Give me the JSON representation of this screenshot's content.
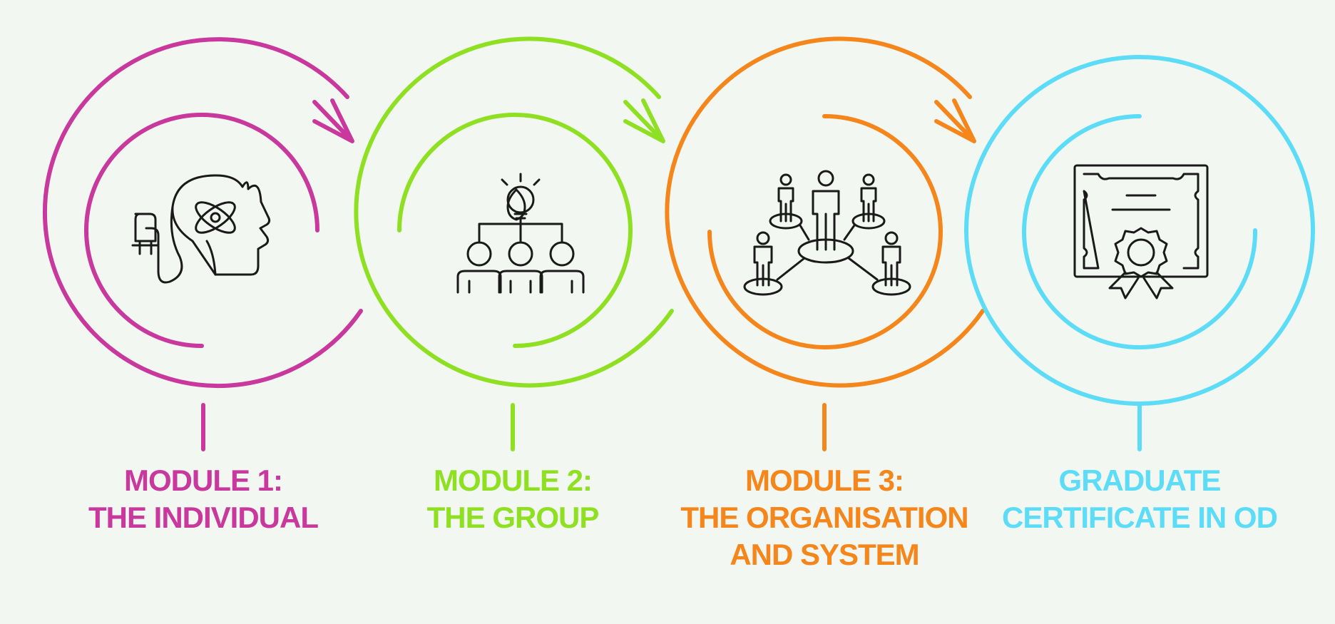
{
  "steps": [
    {
      "color": "#c9399d",
      "icon": "head-plug-atom-icon",
      "line1": "MODULE 1:",
      "line2": "THE INDIVIDUAL",
      "line3": ""
    },
    {
      "color": "#8fe023",
      "icon": "idea-team-icon",
      "line1": "MODULE 2:",
      "line2": "THE GROUP",
      "line3": ""
    },
    {
      "color": "#f4861c",
      "icon": "people-network-icon",
      "line1": "MODULE 3:",
      "line2": "THE ORGANISATION",
      "line3": "AND SYSTEM"
    },
    {
      "color": "#5cdcf6",
      "icon": "certificate-icon",
      "line1": "GRADUATE",
      "line2": "CERTIFICATE IN OD",
      "line3": ""
    }
  ]
}
